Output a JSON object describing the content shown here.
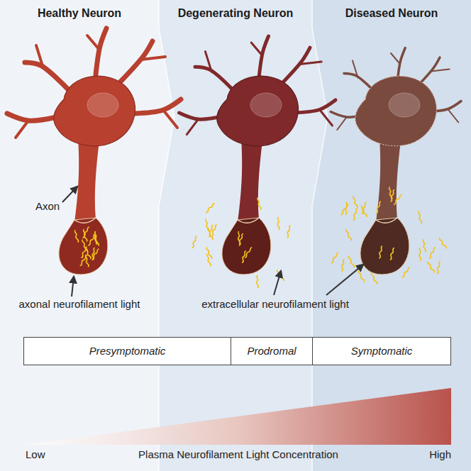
{
  "diagram": {
    "nodes": [
      {
        "text": [
          "Healthy Neuron"
        ]
      },
      {
        "text": [
          "Degenerating Neuron"
        ]
      },
      {
        "text": [
          "Diseased Neuron"
        ]
      },
      {
        "text": [
          "Presymptomatic"
        ]
      },
      {
        "text": [
          "Prodromal"
        ]
      },
      {
        "text": [
          "Symptomatic"
        ]
      }
    ],
    "labels": [
      "Axon",
      "axonal neurofilament light",
      "extracellular neurofilament light",
      "Low",
      "Plasma Neurofilament Light Concentration",
      "High"
    ]
  }
}
